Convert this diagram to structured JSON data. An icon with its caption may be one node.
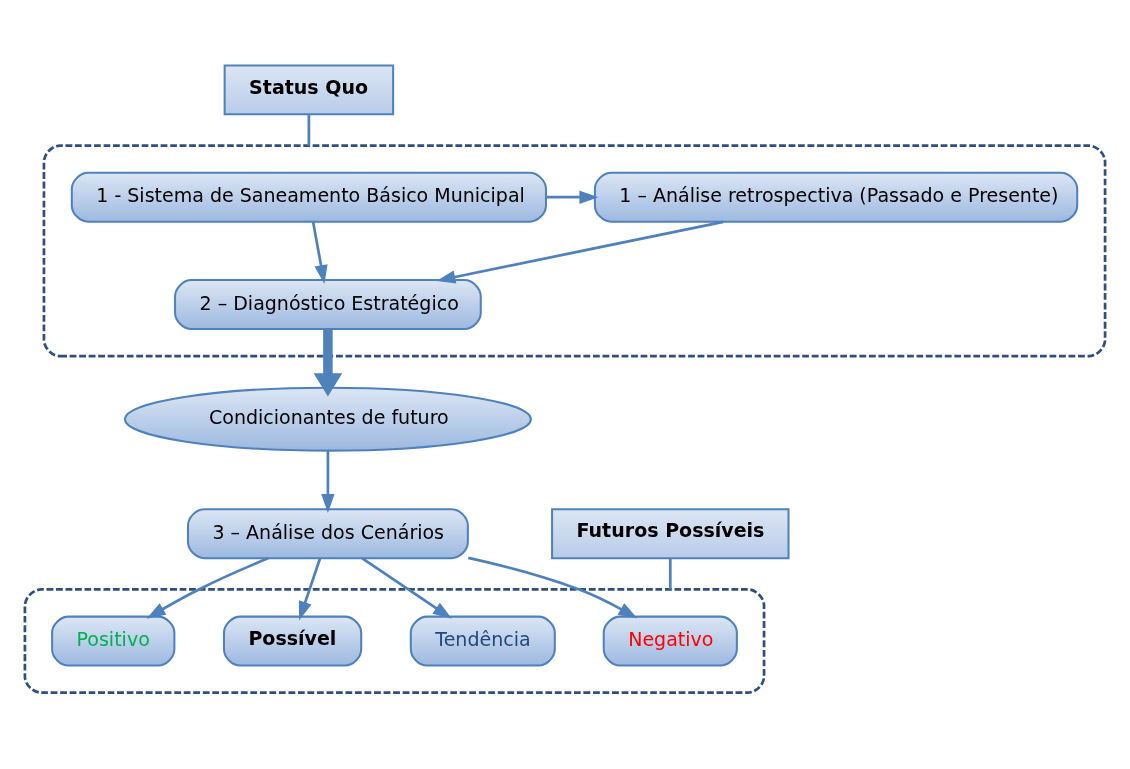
{
  "diagram": {
    "nodes": [
      {
        "text": [
          "Status Quo"
        ]
      },
      {
        "text": [],
        "shape": "ellipse"
      },
      {
        "text": [
          "1 - Sistema de Saneamento Básico Municipal"
        ],
        "in": 1
      },
      {
        "text": [
          "1 – Análise retrospectiva (Passado e Presente)"
        ],
        "in": 1
      },
      {
        "text": [
          "2 – Diagnóstico Estratégico"
        ],
        "in": 1
      },
      {
        "text": [
          "Condicionantes de futuro"
        ]
      },
      {
        "text": [
          "3 – Análise dos Cenários"
        ]
      },
      {
        "text": [
          "Futuros Possíveis"
        ]
      },
      {
        "text": [],
        "shape": "ellipse"
      },
      {
        "text": [
          "Negativo"
        ],
        "in": 8
      },
      {
        "text": [
          "Tendência"
        ],
        "in": 8
      },
      {
        "text": [
          "Possível"
        ],
        "in": 8
      },
      {
        "text": [
          "Positivo"
        ],
        "in": 8
      }
    ],
    "edges": [
      {
        "from": 0,
        "to": 1,
        "arrow": "none"
      },
      {
        "from": 2,
        "to": 3,
        "arrow": "to"
      },
      {
        "from": 2,
        "to": 4,
        "arrow": "to"
      },
      {
        "from": 3,
        "to": 4,
        "arrow": "to"
      },
      {
        "from": 4,
        "to": 5,
        "arrow": "to",
        "style": "thick"
      },
      {
        "from": 5,
        "to": 6,
        "arrow": "to"
      },
      {
        "from": 6,
        "to": 9,
        "arrow": "to"
      },
      {
        "from": 6,
        "to": 10,
        "arrow": "to"
      },
      {
        "from": 6,
        "to": 11,
        "arrow": "to"
      },
      {
        "from": 6,
        "to": 12,
        "arrow": "to"
      },
      {
        "from": 7,
        "to": 8,
        "arrow": "none"
      }
    ]
  }
}
